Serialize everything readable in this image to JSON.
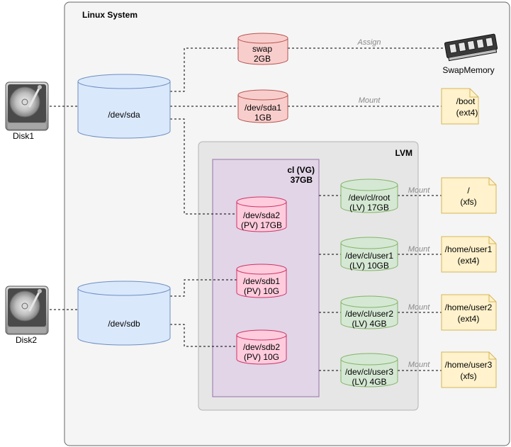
{
  "system": {
    "title": "Linux System"
  },
  "lvm": {
    "title": "LVM"
  },
  "vg": {
    "name": "cl (VG)",
    "size": "37GB"
  },
  "disks": [
    {
      "label": "Disk1"
    },
    {
      "label": "Disk2"
    }
  ],
  "devices": [
    {
      "label": "/dev/sda"
    },
    {
      "label": "/dev/sdb"
    }
  ],
  "partitions": [
    {
      "line1": "swap",
      "line2": "2GB"
    },
    {
      "line1": "/dev/sda1",
      "line2": "1GB"
    }
  ],
  "physical_volumes": [
    {
      "line1": "/dev/sda2",
      "line2": "(PV) 17GB"
    },
    {
      "line1": "/dev/sdb1",
      "line2": "(PV) 10G"
    },
    {
      "line1": "/dev/sdb2",
      "line2": "(PV) 10G"
    }
  ],
  "logical_volumes": [
    {
      "line1": "/dev/cl/root",
      "line2": "(LV) 17GB"
    },
    {
      "line1": "/dev/cl/user1",
      "line2": "(LV) 10GB"
    },
    {
      "line1": "/dev/cl/user2",
      "line2": "(LV) 4GB"
    },
    {
      "line1": "/dev/cl/user3",
      "line2": "(LV) 4GB"
    }
  ],
  "mounts": [
    {
      "line1": "/boot",
      "line2": "(ext4)"
    },
    {
      "line1": "/",
      "line2": "(xfs)"
    },
    {
      "line1": "/home/user1",
      "line2": "(ext4)"
    },
    {
      "line1": "/home/user2",
      "line2": "(ext4)"
    },
    {
      "line1": "/home/user3",
      "line2": "(xfs)"
    }
  ],
  "swap_memory": {
    "label": "SwapMemory"
  },
  "edge_labels": {
    "assign": "Assign",
    "mount": "Mount"
  },
  "colors": {
    "system_bg": "#f5f5f5",
    "lvm_bg": "#e6e6e6",
    "vg_bg": "#e1d5e7",
    "vg_border": "#9673a6",
    "blue_fill": "#dae8fc",
    "blue_stroke": "#6c8ebf",
    "red_fill": "#f8cecc",
    "red_stroke": "#b85450",
    "pink_fill": "#ffccdd",
    "pink_stroke": "#cc3366",
    "green_fill": "#d5e8d4",
    "green_stroke": "#82b366",
    "yellow_fill": "#fff2cc",
    "yellow_stroke": "#d6b656"
  }
}
